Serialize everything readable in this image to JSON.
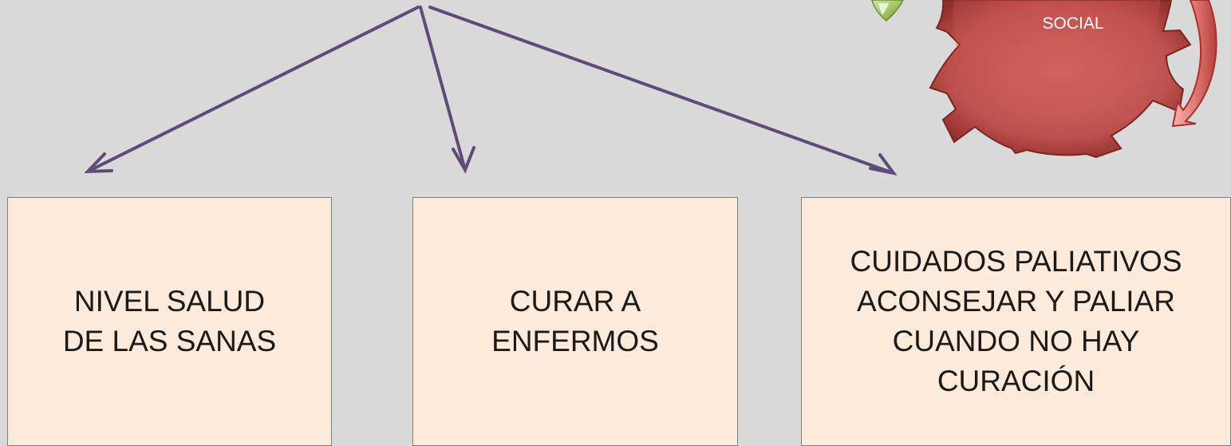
{
  "diagram": {
    "boxes": [
      {
        "text": "NIVEL SALUD\nDE LAS SANAS"
      },
      {
        "text": "CURAR A\nENFERMOS"
      },
      {
        "text": "CUIDADOS PALIATIVOS\nACONSEJAR Y PALIAR\nCUANDO NO HAY\nCURACIÓN"
      }
    ],
    "gear_label": "SOCIAL",
    "colors": {
      "background": "#d9d9d9",
      "box_fill": "#fdeada",
      "arrow": "#604a7b",
      "gear": "#c0504d",
      "accent_green": "#9bbb59"
    }
  }
}
